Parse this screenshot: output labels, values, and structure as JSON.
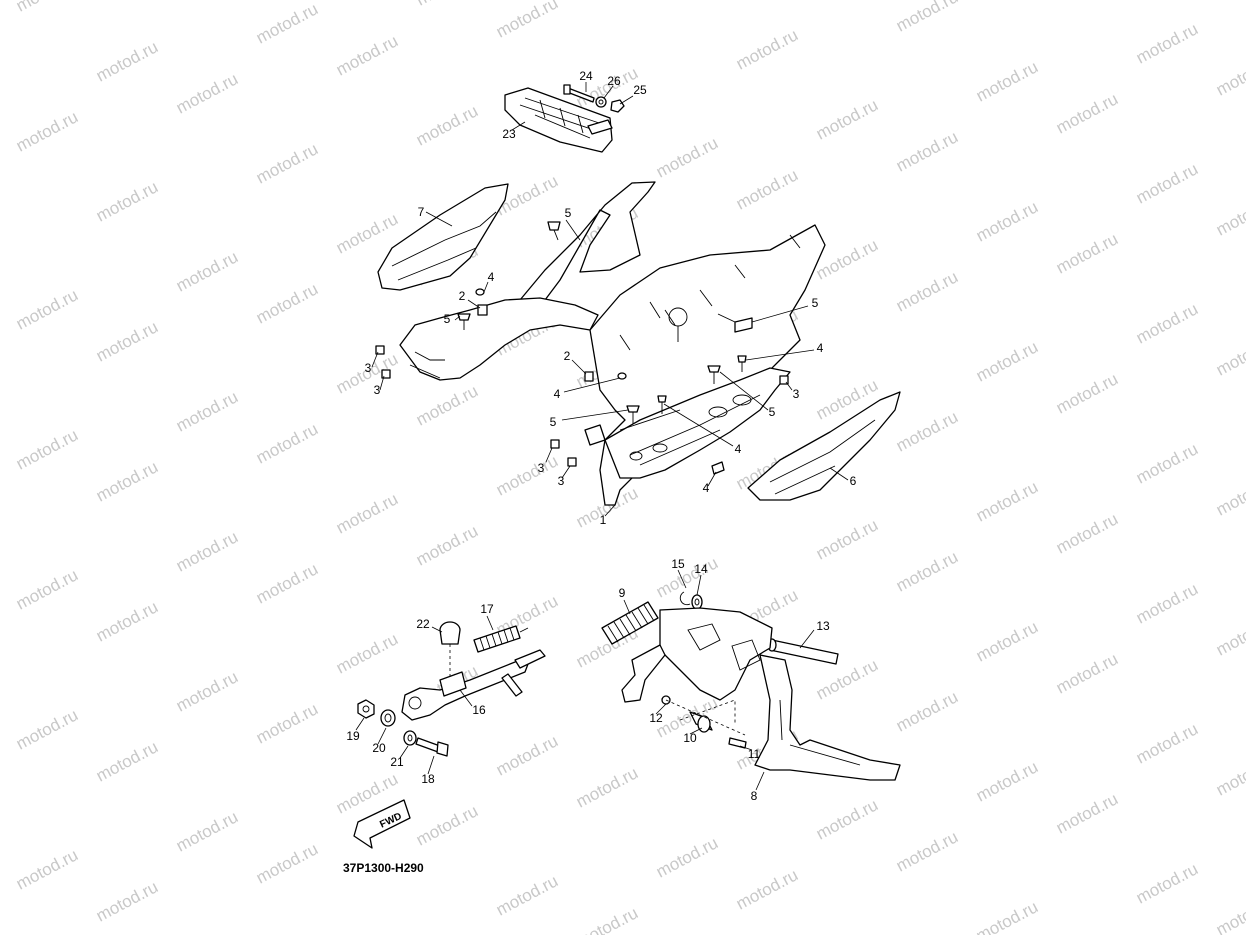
{
  "watermark": "motod.ru",
  "diagram_code": "37P1300-H290",
  "fwd_label": "FWD",
  "callouts": [
    {
      "id": "c24",
      "label": "24"
    },
    {
      "id": "c26",
      "label": "26"
    },
    {
      "id": "c25",
      "label": "25"
    },
    {
      "id": "c23",
      "label": "23"
    },
    {
      "id": "c7",
      "label": "7"
    },
    {
      "id": "c5a",
      "label": "5"
    },
    {
      "id": "c4a",
      "label": "4"
    },
    {
      "id": "c2a",
      "label": "2"
    },
    {
      "id": "c5b",
      "label": "5"
    },
    {
      "id": "c3a",
      "label": "3"
    },
    {
      "id": "c3b",
      "label": "3"
    },
    {
      "id": "c5c",
      "label": "5"
    },
    {
      "id": "c4b",
      "label": "4"
    },
    {
      "id": "c2b",
      "label": "2"
    },
    {
      "id": "c4c",
      "label": "4"
    },
    {
      "id": "c5d",
      "label": "5"
    },
    {
      "id": "c5e",
      "label": "5"
    },
    {
      "id": "c3c",
      "label": "3"
    },
    {
      "id": "c4d",
      "label": "4"
    },
    {
      "id": "c3d",
      "label": "3"
    },
    {
      "id": "c3e",
      "label": "3"
    },
    {
      "id": "c4e",
      "label": "4"
    },
    {
      "id": "c6",
      "label": "6"
    },
    {
      "id": "c1",
      "label": "1"
    },
    {
      "id": "c15",
      "label": "15"
    },
    {
      "id": "c14",
      "label": "14"
    },
    {
      "id": "c9",
      "label": "9"
    },
    {
      "id": "c17",
      "label": "17"
    },
    {
      "id": "c22",
      "label": "22"
    },
    {
      "id": "c13",
      "label": "13"
    },
    {
      "id": "c16",
      "label": "16"
    },
    {
      "id": "c12",
      "label": "12"
    },
    {
      "id": "c19",
      "label": "19"
    },
    {
      "id": "c20",
      "label": "20"
    },
    {
      "id": "c10",
      "label": "10"
    },
    {
      "id": "c21",
      "label": "21"
    },
    {
      "id": "c11",
      "label": "11"
    },
    {
      "id": "c18",
      "label": "18"
    },
    {
      "id": "c8",
      "label": "8"
    }
  ]
}
